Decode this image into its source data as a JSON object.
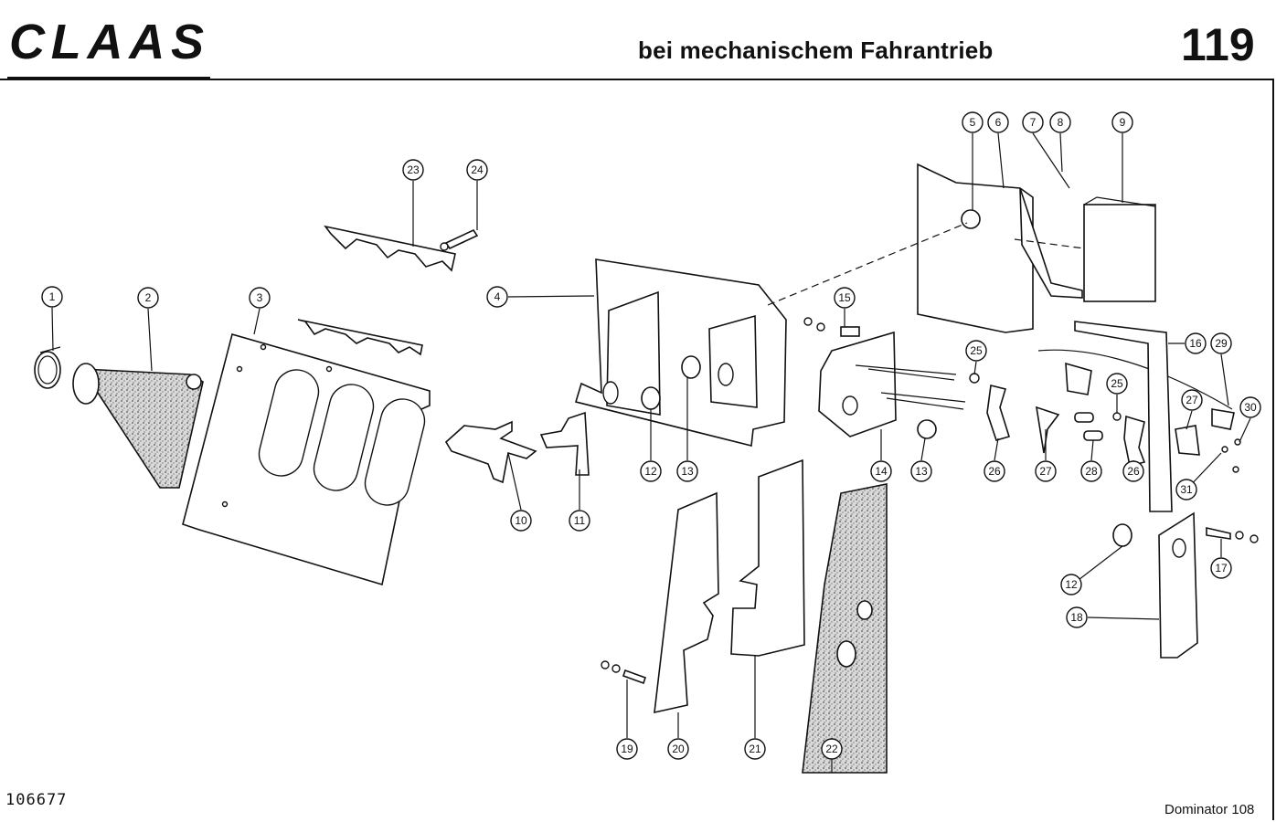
{
  "header": {
    "brand": "CLAAS",
    "title": "bei mechanischem Fahrantrieb",
    "page_number": "119"
  },
  "footer": {
    "drawing_number": "106677",
    "model": "Dominator 108"
  },
  "callouts": [
    "1",
    "2",
    "3",
    "4",
    "5",
    "6",
    "7",
    "8",
    "9",
    "10",
    "11",
    "12",
    "13",
    "14",
    "15",
    "16",
    "17",
    "18",
    "19",
    "20",
    "21",
    "22",
    "23",
    "24",
    "25",
    "26",
    "27",
    "28",
    "29",
    "30",
    "31"
  ]
}
